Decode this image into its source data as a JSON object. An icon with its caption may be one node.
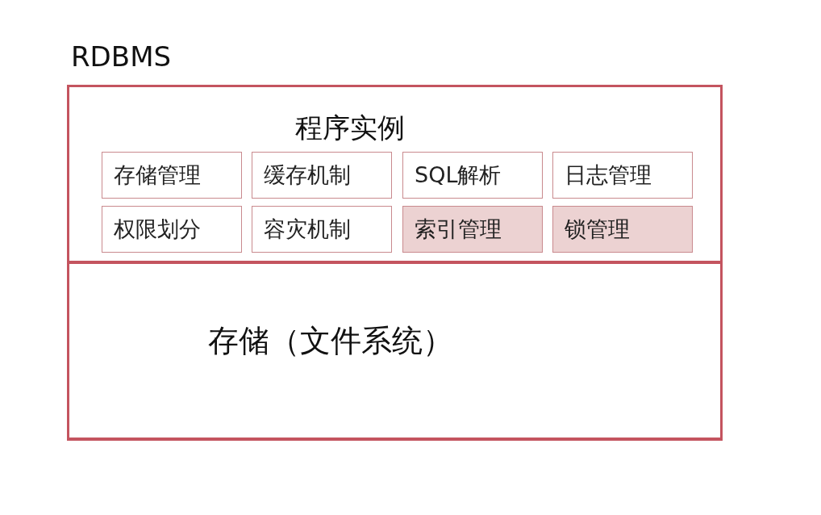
{
  "diagram": {
    "nodes": [
      {
        "text": [
          "RDBMS"
        ]
      },
      {
        "text": [
          "程序实例"
        ],
        "in": 0
      },
      {
        "text": [
          "存储管理"
        ],
        "in": 1
      },
      {
        "text": [
          "缓存机制"
        ],
        "in": 1
      },
      {
        "text": [
          "SQL解析"
        ],
        "in": 1
      },
      {
        "text": [
          "日志管理"
        ],
        "in": 1
      },
      {
        "text": [
          "权限划分"
        ],
        "in": 1
      },
      {
        "text": [
          "容灾机制"
        ],
        "in": 1
      },
      {
        "text": [
          "索引管理"
        ],
        "in": 1
      },
      {
        "text": [
          "锁管理"
        ],
        "in": 1
      },
      {
        "text": [
          "存储（文件系统）"
        ],
        "in": 0
      }
    ],
    "edges": []
  }
}
